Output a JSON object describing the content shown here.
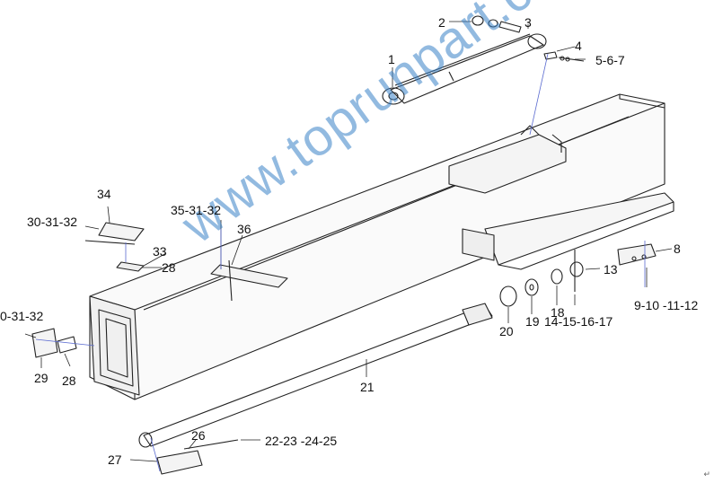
{
  "watermark": "www.toprunpart.com",
  "labels": {
    "l1": "1",
    "l2": "2",
    "l3": "3",
    "l4": "4",
    "l567": "5-6-7",
    "l8": "8",
    "l9_12": "9-10 -11-12",
    "l13": "13",
    "l14_17": "14-15-16-17",
    "l18": "18",
    "l19": "19",
    "l20": "20",
    "l21": "21",
    "l22_25": "22-23 -24-25",
    "l26": "26",
    "l27": "27",
    "l28a": "28",
    "l28b": "28",
    "l29": "29",
    "l30a": "30-31-32",
    "l30b": "0-31-32",
    "l33": "33",
    "l34": "34",
    "l35": "35-31-32",
    "l36": "36"
  },
  "corner_mark": "↵"
}
